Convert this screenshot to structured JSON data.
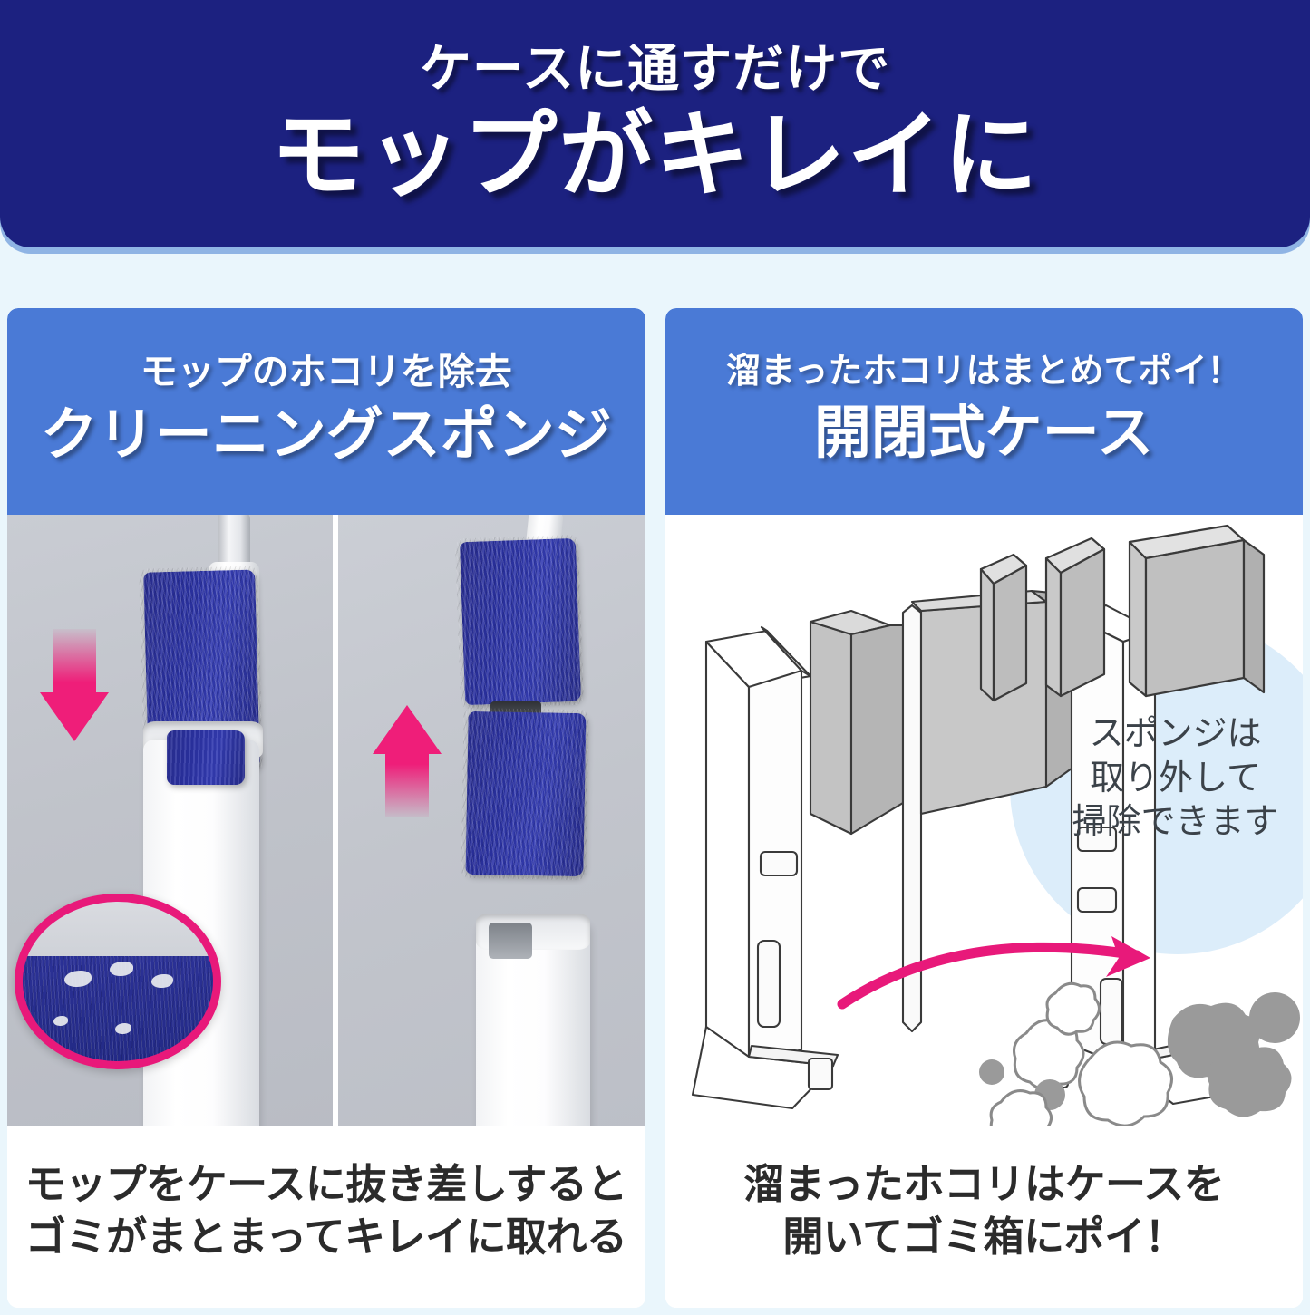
{
  "banner": {
    "subtitle": "ケースに通すだけで",
    "title": "モップがキレイに",
    "bg_color": "#1c2180",
    "text_color": "#ffffff"
  },
  "theme": {
    "page_bg": "#eaf6fc",
    "header_blue": "#4a7ad6",
    "accent_pink": "#ef1e79",
    "circle_blue": "#dcedfa",
    "photo_gray": "#c2c5cc",
    "caption_text": "#2b2b2b"
  },
  "cards": [
    {
      "id": "cleaning-sponge",
      "head_sub": "モップのホコリを除去",
      "head_title": "クリーニングスポンジ",
      "caption_lines": [
        "モップをケースに抜き差しすると",
        "ゴミがまとまってキレイに取れる"
      ],
      "photos": [
        {
          "id": "insert",
          "arrow": "down-arrow",
          "inset": "zoom-detail-circle"
        },
        {
          "id": "remove",
          "arrow": "up-arrow"
        }
      ]
    },
    {
      "id": "openable-case",
      "head_sub": "溜まったホコリはまとめてポイ！",
      "head_title": "開閉式ケース",
      "caption_lines": [
        "溜まったホコリはケースを",
        "開いてゴミ箱にポイ！"
      ],
      "annotation_lines": [
        "スポンジは",
        "取り外して",
        "掃除できます"
      ],
      "illustration": {
        "case": "open-case-diagram",
        "sponges": [
          "sponge-small",
          "sponge-medium",
          "sponge-large"
        ],
        "dust": "dust-clumps",
        "arrow": "curved-pink-arrow"
      }
    }
  ]
}
